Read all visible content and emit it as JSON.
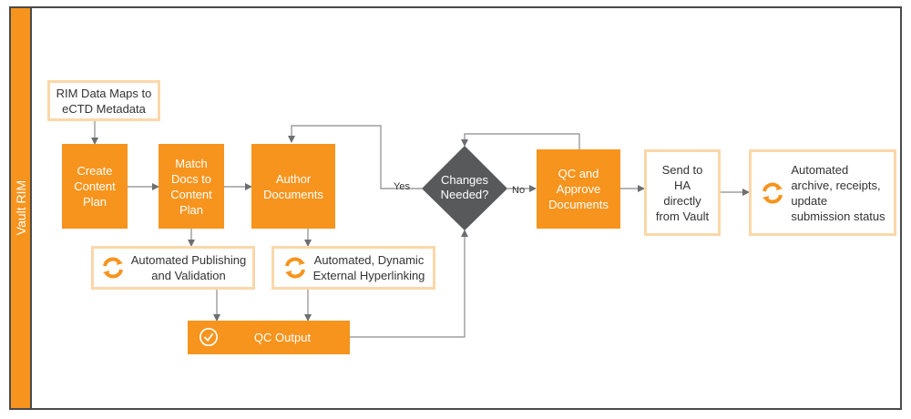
{
  "swimlane": {
    "label": "Vault RIM"
  },
  "nodes": {
    "rim_data_maps": "RIM Data Maps to\neCTD Metadata",
    "create_content_plan": "Create\nContent\nPlan",
    "match_docs": "Match\nDocs to\nContent\nPlan",
    "author_documents": "Author\nDocuments",
    "automated_publishing": "Automated Publishing\nand Validation",
    "automated_hyperlinking": "Automated, Dynamic\nExternal Hyperlinking",
    "qc_output": "QC Output",
    "changes_needed": "Changes\nNeeded?",
    "qc_approve": "QC and\nApprove\nDocuments",
    "send_to_ha": "Send to\nHA\ndirectly\nfrom Vault",
    "automated_archive": "Automated\narchive, receipts,\nupdate\nsubmission status"
  },
  "edge_labels": {
    "yes": "Yes",
    "no": "No"
  },
  "icons": {
    "automation": "refresh-cycle-icon",
    "check": "check-circle-icon"
  },
  "colors": {
    "accent": "#f7941d",
    "outline": "#fcd7a9",
    "decision": "#58595b",
    "frame": "#4a4a4a"
  }
}
